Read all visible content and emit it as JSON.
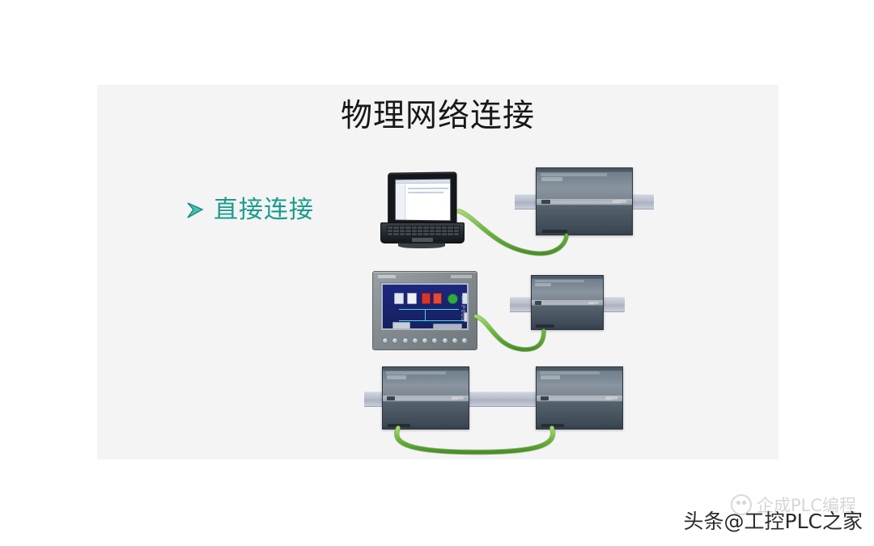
{
  "slide": {
    "title": "物理网络连接",
    "background_color": "#f4f4f4",
    "bullet": {
      "icon": "arrow-bullet-icon",
      "label": "直接连接",
      "color": "#1a9b8c"
    }
  },
  "diagram": {
    "name": "physical-network-connection-diagram",
    "cable_color": "#6cb93a",
    "rail_color": "#b7bdcb",
    "plc_color": "#6f7f8b",
    "rows": [
      {
        "name": "row-laptop-to-plc",
        "left_device": "laptop",
        "right_device": "plc-module",
        "connection": "ethernet-cable"
      },
      {
        "name": "row-hmi-to-plc",
        "left_device": "hmi-panel",
        "right_device": "plc-module",
        "connection": "ethernet-cable"
      },
      {
        "name": "row-plc-to-plc",
        "left_device": "plc-module",
        "right_device": "plc-module",
        "connection": "ethernet-cable"
      }
    ]
  },
  "watermark": {
    "main": "头条@工控PLC之家",
    "ghost": "企成PLC编程",
    "ghost_logo": "circular-face-logo"
  }
}
